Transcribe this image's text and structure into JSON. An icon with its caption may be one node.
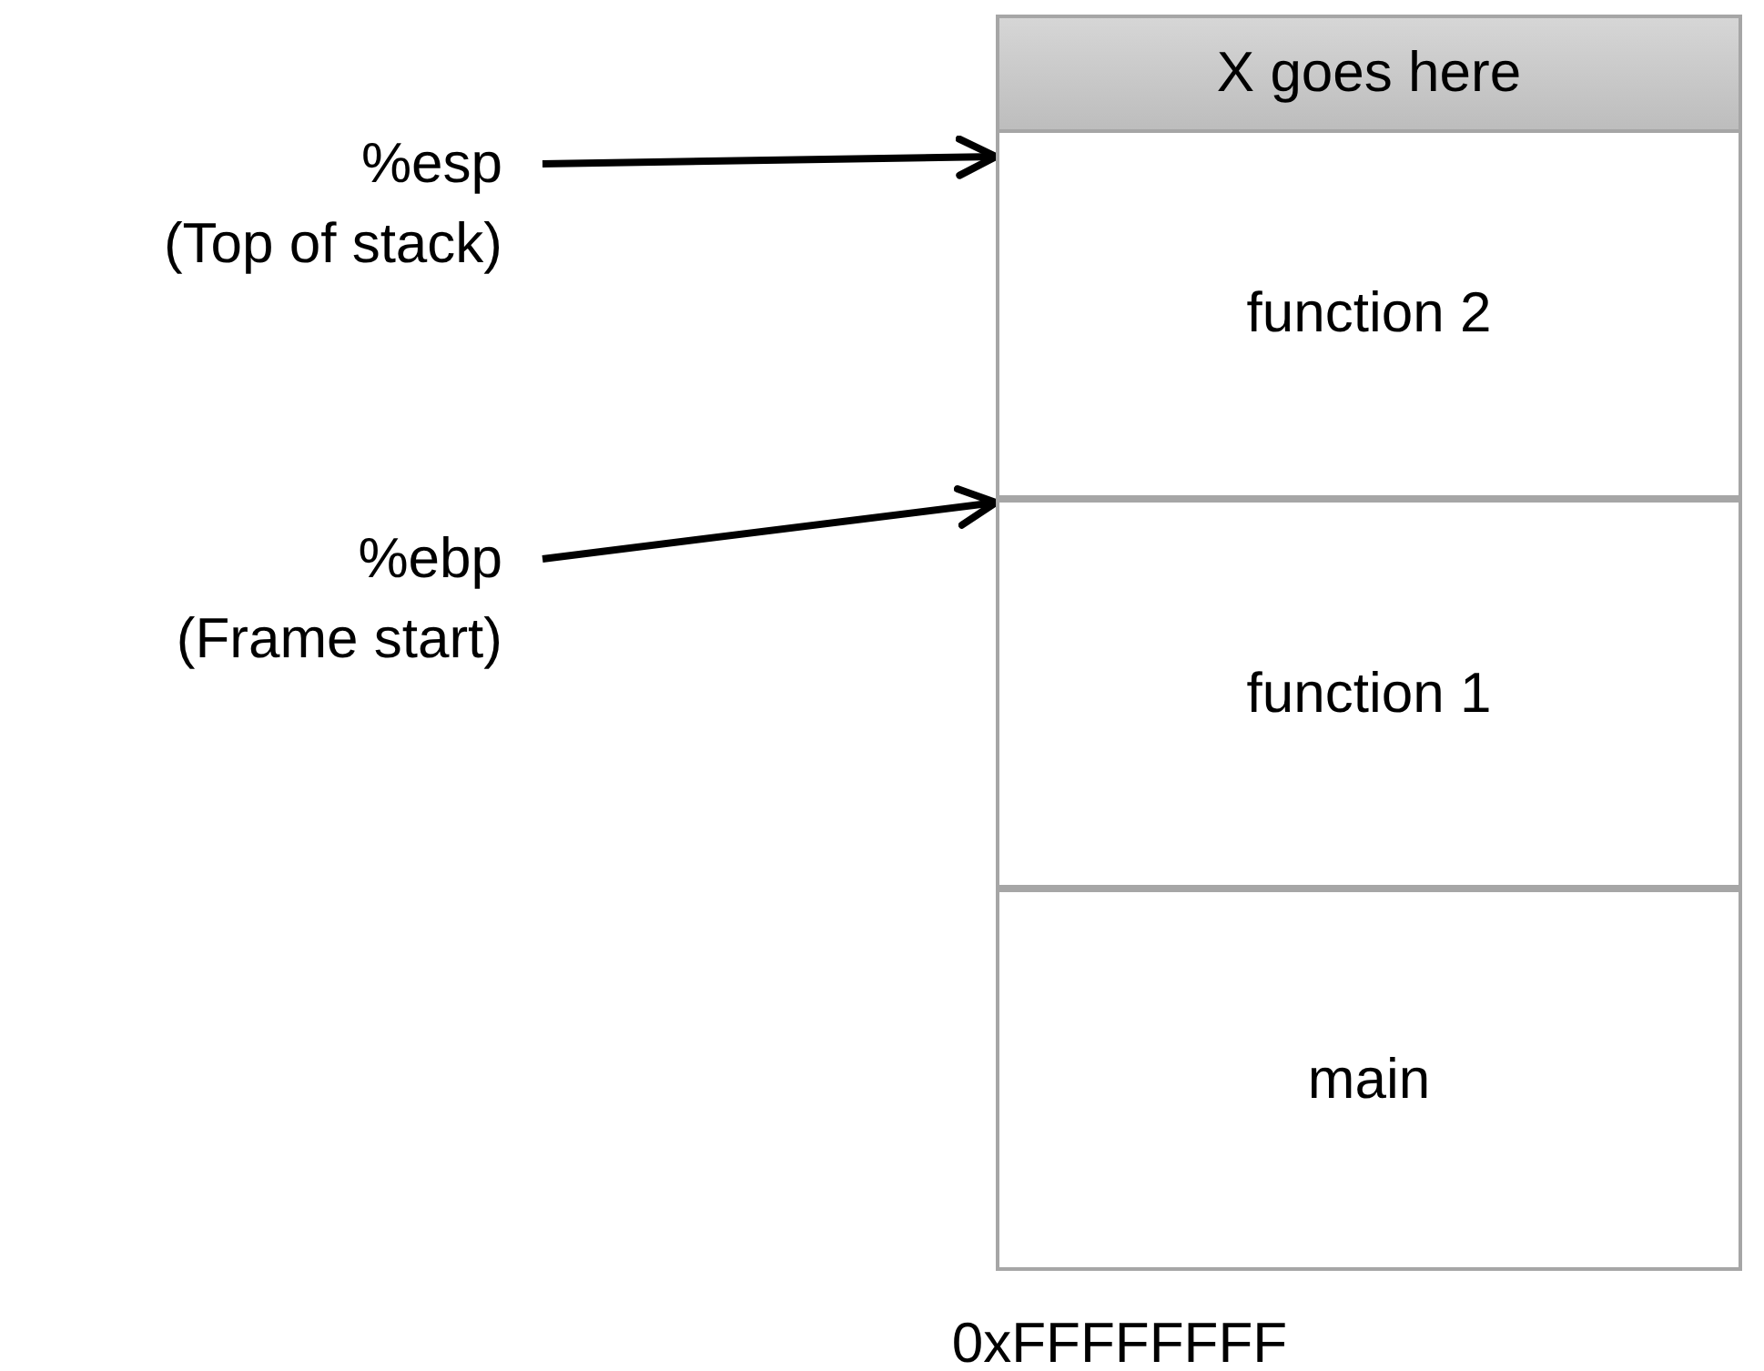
{
  "diagram": {
    "nodes": [
      {
        "text": [
          "X goes here"
        ]
      },
      {
        "text": [
          "function 2"
        ]
      },
      {
        "text": [
          "function 1"
        ]
      },
      {
        "text": [
          "main"
        ]
      },
      {
        "text": [
          "%esp",
          "(Top of stack)"
        ]
      },
      {
        "text": [
          "%ebp",
          "(Frame start)"
        ]
      }
    ],
    "edges": [
      {
        "from": 4,
        "to": 1,
        "arrow": "to"
      },
      {
        "from": 5,
        "to": 2,
        "arrow": "to"
      }
    ],
    "labels": [
      "0xFFFFFFFF"
    ]
  }
}
